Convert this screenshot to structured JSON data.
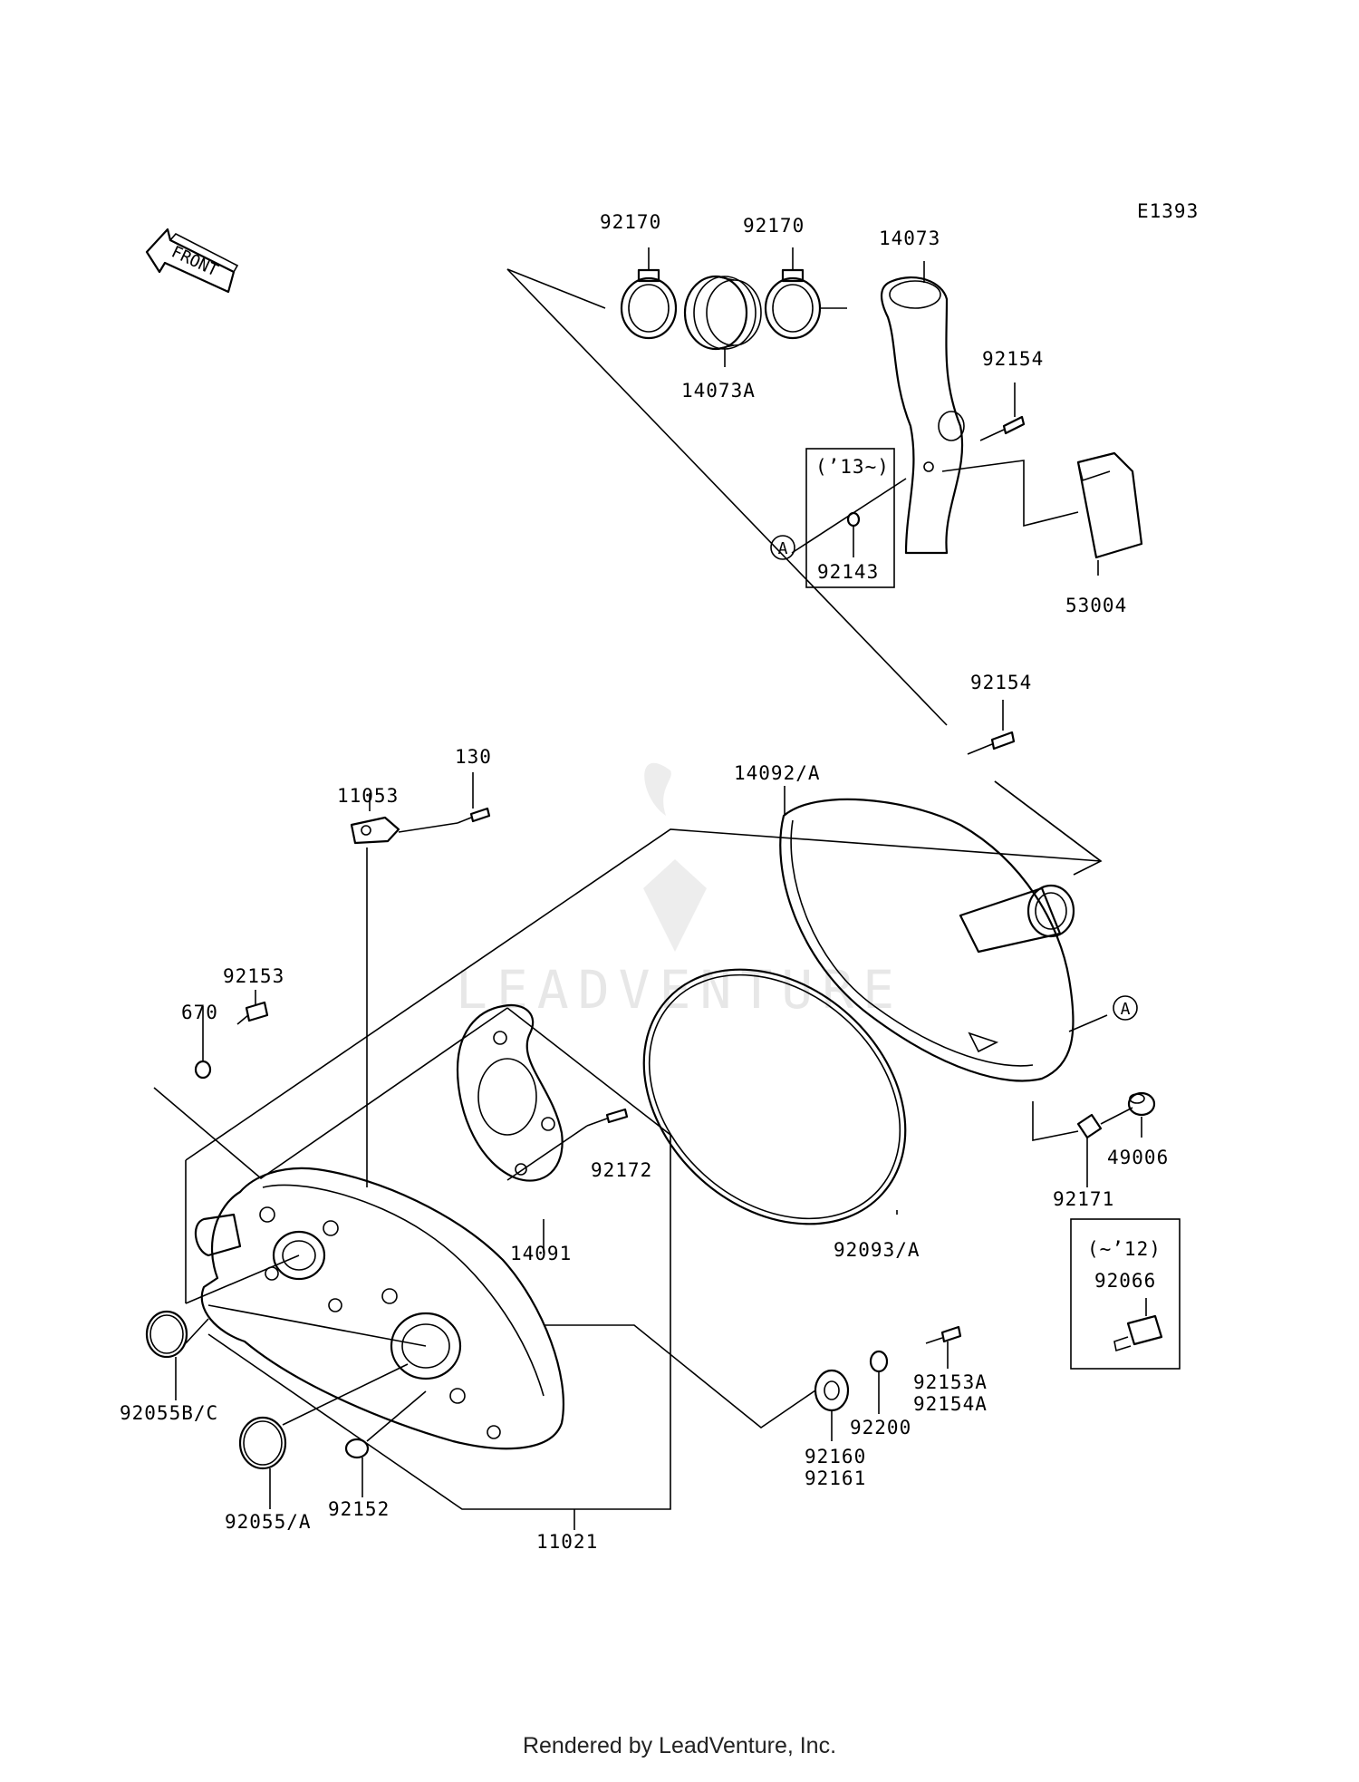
{
  "diagram": {
    "code": "E1393",
    "front_label": "FRONT",
    "watermark": "LEADVENTURE",
    "callout_a": "A",
    "parts": [
      {
        "id": "p-92170-left",
        "number": "92170"
      },
      {
        "id": "p-92170-right",
        "number": "92170"
      },
      {
        "id": "p-14073",
        "number": "14073"
      },
      {
        "id": "p-14073a",
        "number": "14073A"
      },
      {
        "id": "p-92154-top",
        "number": "92154"
      },
      {
        "id": "p-92143",
        "number": "92143"
      },
      {
        "id": "p-53004",
        "number": "53004"
      },
      {
        "id": "p-92154-mid",
        "number": "92154"
      },
      {
        "id": "p-14092a",
        "number": "14092/A"
      },
      {
        "id": "p-130",
        "number": "130"
      },
      {
        "id": "p-11053",
        "number": "11053"
      },
      {
        "id": "p-92153",
        "number": "92153"
      },
      {
        "id": "p-670",
        "number": "670"
      },
      {
        "id": "p-92172",
        "number": "92172"
      },
      {
        "id": "p-14091",
        "number": "14091"
      },
      {
        "id": "p-92093a",
        "number": "92093/A"
      },
      {
        "id": "p-49006",
        "number": "49006"
      },
      {
        "id": "p-92171",
        "number": "92171"
      },
      {
        "id": "p-92066",
        "number": "92066"
      },
      {
        "id": "p-92153a",
        "number": "92153A"
      },
      {
        "id": "p-92154a",
        "number": "92154A"
      },
      {
        "id": "p-92200",
        "number": "92200"
      },
      {
        "id": "p-92160",
        "number": "92160"
      },
      {
        "id": "p-92161",
        "number": "92161"
      },
      {
        "id": "p-92055bc",
        "number": "92055B/C"
      },
      {
        "id": "p-92055a",
        "number": "92055/A"
      },
      {
        "id": "p-92152",
        "number": "92152"
      },
      {
        "id": "p-11021",
        "number": "11021"
      }
    ],
    "boxes": [
      {
        "id": "box-13",
        "label": "(’13~)"
      },
      {
        "id": "box-12",
        "label": "(~’12)"
      }
    ]
  },
  "footer": {
    "text": "Rendered by LeadVenture, Inc."
  }
}
